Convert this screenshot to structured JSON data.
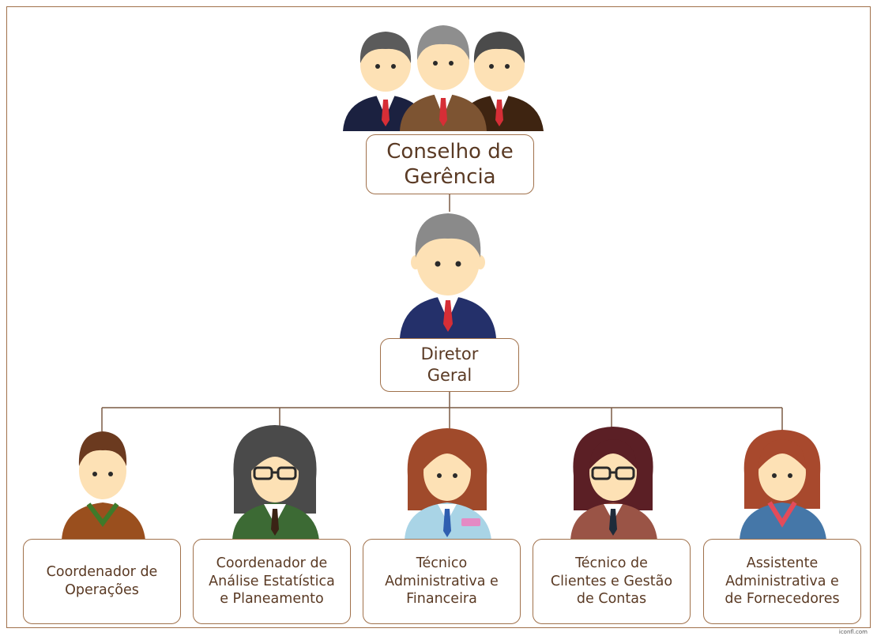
{
  "board": {
    "line1": "Conselho de",
    "line2": "Gerência"
  },
  "director": {
    "line1": "Diretor",
    "line2": "Geral"
  },
  "positions": [
    {
      "lines": [
        "Coordenador de",
        "Operações"
      ]
    },
    {
      "lines": [
        "Coordenador de",
        "Análise Estatística",
        "e Planeamento"
      ]
    },
    {
      "lines": [
        "Técnico",
        "Administrativa e",
        "Financeira"
      ]
    },
    {
      "lines": [
        "Técnico de",
        "Clientes e Gestão",
        "de Contas"
      ]
    },
    {
      "lines": [
        "Assistente",
        "Administrativa e",
        "de Fornecedores"
      ]
    }
  ],
  "credit": "iconfl.com",
  "colors": {
    "border": "#a0714b",
    "text": "#5a3a24",
    "skin": "#fde1b5"
  }
}
